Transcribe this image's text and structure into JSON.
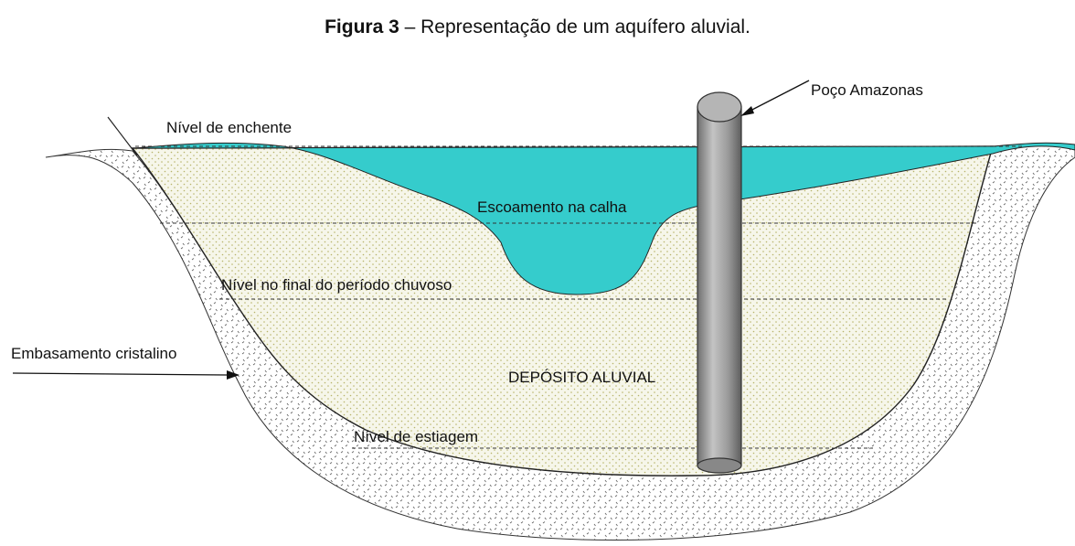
{
  "caption": {
    "figure_label": "Figura 3",
    "text": " – Representação de um aquífero aluvial."
  },
  "labels": {
    "well": "Poço Amazonas",
    "flood_level": "Nível de enchente",
    "channel_flow": "Escoamento na calha",
    "rainy_level": "Nível no final do período chuvoso",
    "crystalline_basement": "Embasamento cristalino",
    "alluvial_deposit": "DEPÓSITO ALUVIAL",
    "dry_level": "Nível de estiagem"
  },
  "colors": {
    "water": "#35cccc",
    "deposit": "#f5f6e8",
    "well": "#9a9a9a",
    "outline": "#222222"
  }
}
